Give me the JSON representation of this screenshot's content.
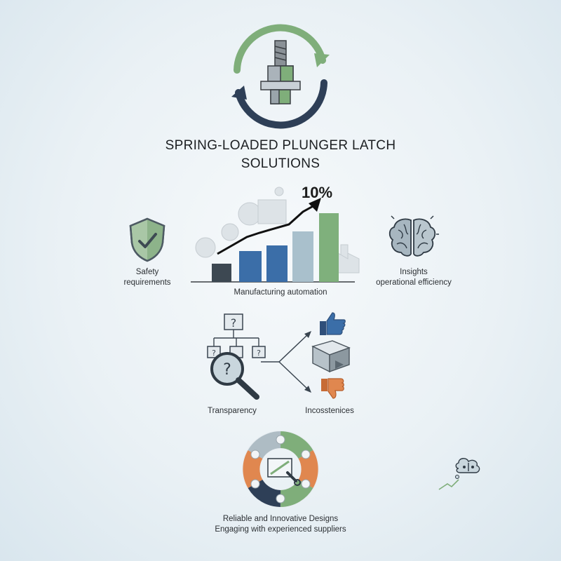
{
  "header": {
    "title_line1": "SPRING-LOADED PLUNGER LATCH",
    "title_line2": "SOLUTIONS"
  },
  "chart_section": {
    "percent_label": "10%",
    "caption": "Manufacturing automation",
    "bar_colors": [
      "#3d4852",
      "#3b6ea8",
      "#3b6ea8",
      "#a9c0cc",
      "#7fb07c"
    ]
  },
  "left_panel": {
    "icon": "shield-check-icon",
    "label_line1": "Safety",
    "label_line2": "requirements"
  },
  "right_panel": {
    "icon": "brain-icon",
    "label_line1": "Insights",
    "label_line2": "operational efficiency"
  },
  "middle_row": {
    "left_icon": "question-tree-magnifier-icon",
    "left_label": "Transparency",
    "right_icons": [
      "thumbs-up-icon",
      "package-icon",
      "thumbs-down-icon"
    ],
    "right_label": "Incosstenices"
  },
  "bottom": {
    "icon": "puzzle-ring-icon",
    "label_line1": "Reliable and Innovative Designs",
    "label_line2": "Engaging with experienced suppliers"
  },
  "corner_icon": "cloud-trend-icon",
  "colors": {
    "accent_green": "#7fae7a",
    "accent_navy": "#2e3f57",
    "accent_orange": "#e0874f",
    "accent_blue": "#3b6ea8"
  }
}
